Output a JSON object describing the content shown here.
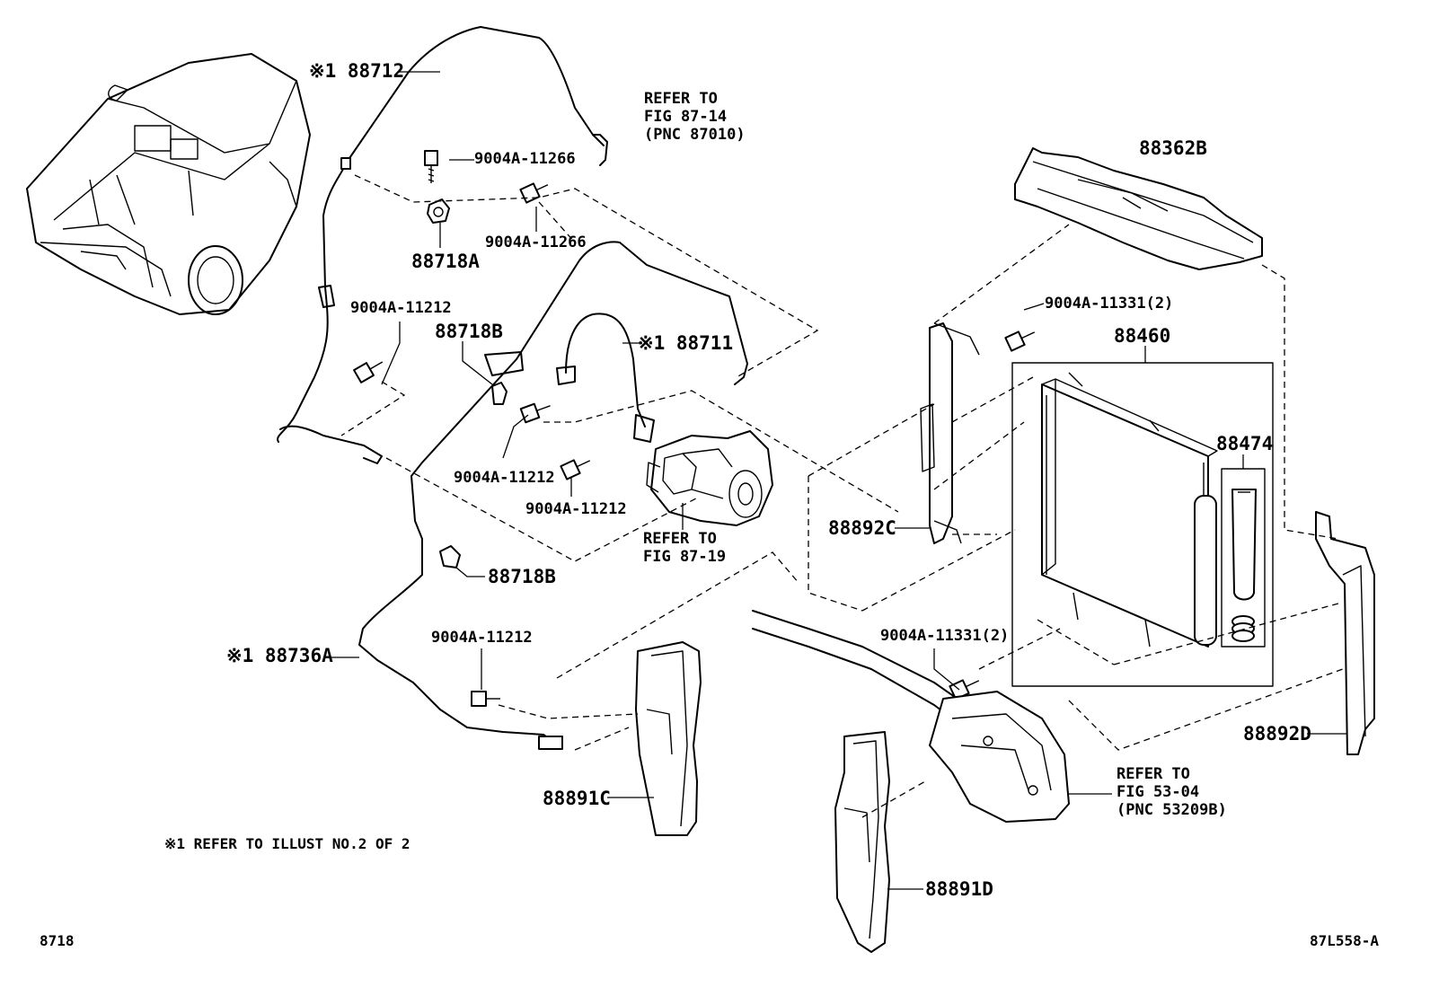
{
  "labels": {
    "p88712": "※1 88712",
    "p88711": "※1 88711",
    "p88736A": "※1 88736A",
    "p88718A": "88718A",
    "p88718B_top": "88718B",
    "p88718B_bottom": "88718B",
    "p88362B": "88362B",
    "p88460": "88460",
    "p88474": "88474",
    "p88892C": "88892C",
    "p88892D": "88892D",
    "p88891C": "88891C",
    "p88891D": "88891D",
    "bolt_11266_a": "9004A-11266",
    "bolt_11266_b": "9004A-11266",
    "bolt_11212_a": "9004A-11212",
    "bolt_11212_b": "9004A-11212",
    "bolt_11212_c": "9004A-11212",
    "bolt_11212_d": "9004A-11212",
    "bolt_11331_a": "9004A-11331(2)",
    "bolt_11331_b": "9004A-11331(2)"
  },
  "references": {
    "fig_87_14": "REFER TO\nFIG 87-14\n(PNC 87010)",
    "fig_87_19": "REFER TO\nFIG 87-19",
    "fig_53_04": "REFER TO\nFIG 53-04\n(PNC 53209B)"
  },
  "footnote": "※1 REFER TO ILLUST NO.2 OF 2",
  "page_code_left": "8718",
  "page_code_right": "87L558-A"
}
